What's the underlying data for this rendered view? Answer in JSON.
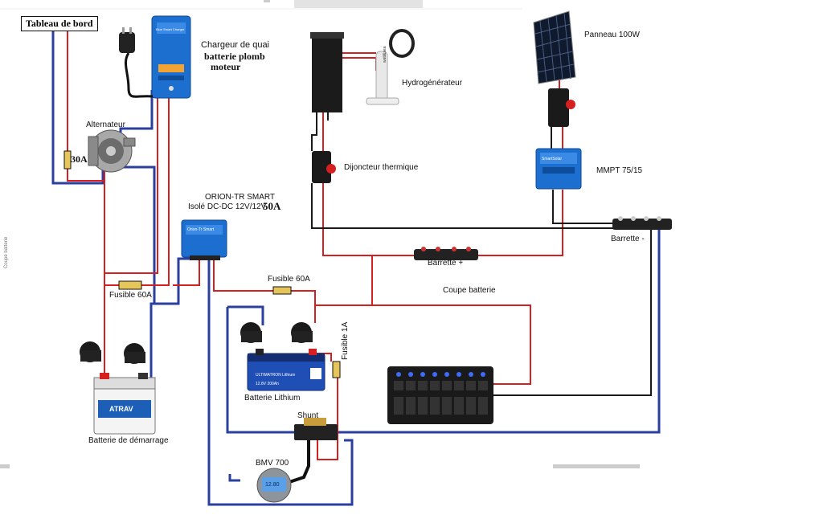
{
  "labels": {
    "tableau": "Tableau de bord",
    "chargeur_l1": "Chargeur de quai",
    "chargeur_l2": "batterie plomb",
    "chargeur_l3": "moteur",
    "alternateur": "Alternateur",
    "alt_fuse": "30A",
    "orion_l1": "ORION-TR SMART",
    "orion_l2": "Isolé DC-DC 12V/12V",
    "orion_amp": "50A",
    "fusible60_left": "Fusible 60A",
    "fusible60_top": "Fusible 60A",
    "fusible1": "Fusible 1A",
    "batterie_demarrage": "Batterie de démarrage",
    "batterie_lithium": "Batterie Lithium",
    "shunt": "Shunt",
    "bmv": "BMV 700",
    "hydro": "Hydrogénérateur",
    "disjoncteur": "Dijoncteur thermique",
    "panneau": "Panneau 100W",
    "mppt": "MMPT 75/15",
    "barrette_moins": "Barrette -",
    "barrette_plus": "Barrette +",
    "coupe": "Coupe batterie",
    "side_text": "Coupe batterie"
  },
  "device_text": {
    "orion_name": "Orion-Tr Smart",
    "lithium_name": "ULTIMATRON Lithium",
    "lithium_spec": "12.8V   200Ah",
    "starter_brand": "ATRAV",
    "bmv_display": "12.80",
    "mppt_name": "SmartSolar",
    "charger_name": "Blue Smart Charger",
    "hydro_brand": "watt&sea"
  },
  "colors": {
    "positive": "#d42020",
    "negative": "#1a1a1a",
    "bus": "#2a3f9e",
    "victron": "#1d6fcf"
  }
}
